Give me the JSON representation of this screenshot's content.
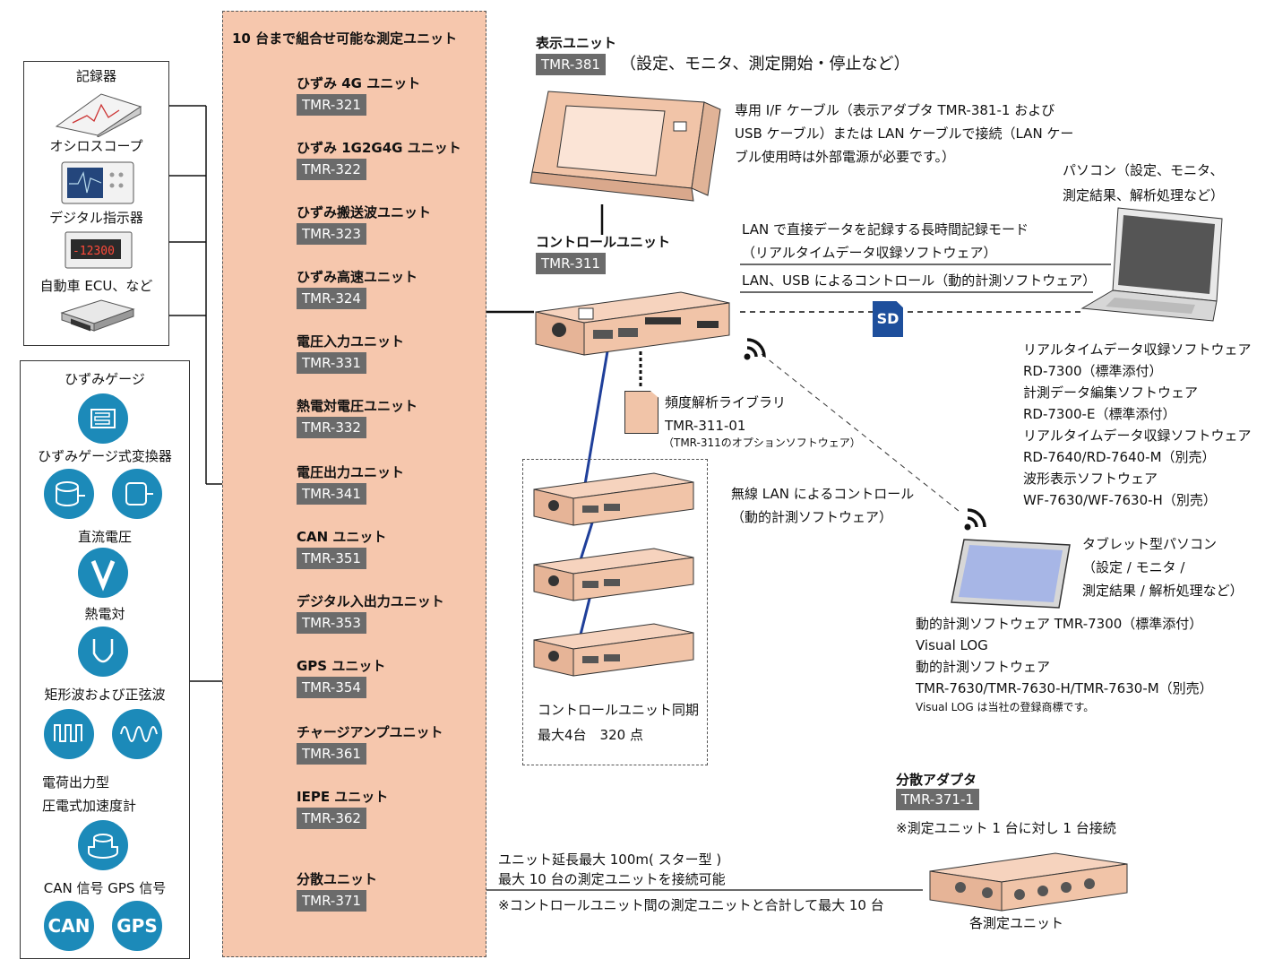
{
  "units_panel": {
    "title": "10 台まで組合せ可能な測定ユニット",
    "units": [
      {
        "name": "ひずみ 4G ユニット",
        "code": "TMR-321"
      },
      {
        "name": "ひずみ 1G2G4G ユニット",
        "code": "TMR-322"
      },
      {
        "name": "ひずみ搬送波ユニット",
        "code": "TMR-323"
      },
      {
        "name": "ひずみ高速ユニット",
        "code": "TMR-324"
      },
      {
        "name": "電圧入力ユニット",
        "code": "TMR-331"
      },
      {
        "name": "熱電対電圧ユニット",
        "code": "TMR-332"
      },
      {
        "name": "電圧出力ユニット",
        "code": "TMR-341"
      },
      {
        "name": "CAN ユニット",
        "code": "TMR-351"
      },
      {
        "name": "デジタル入出力ユニット",
        "code": "TMR-353"
      },
      {
        "name": "GPS ユニット",
        "code": "TMR-354"
      },
      {
        "name": "チャージアンプユニット",
        "code": "TMR-361"
      },
      {
        "name": "IEPE ユニット",
        "code": "TMR-362"
      },
      {
        "name": "分散ユニット",
        "code": "TMR-371"
      }
    ]
  },
  "recorders": {
    "items": [
      "記録器",
      "オシロスコープ",
      "デジタル指示器",
      "自動車 ECU、など"
    ],
    "display_value": "-12300"
  },
  "sensors": {
    "items": [
      "ひずみゲージ",
      "ひずみゲージ式変換器",
      "直流電圧",
      "熱電対",
      "矩形波および正弦波",
      "電荷出力型",
      "圧電式加速度計",
      "CAN 信号  GPS 信号"
    ],
    "can_badge": "CAN",
    "gps_badge": "GPS"
  },
  "display_unit": {
    "title": "表示ユニット",
    "code": "TMR-381",
    "note": "（設定、モニタ、測定開始・停止など）",
    "cable": [
      "専用 I/F ケーブル（表示アダプタ TMR-381-1 および",
      "USB ケーブル）または LAN ケーブルで接続（LAN ケー",
      "ブル使用時は外部電源が必要です。）"
    ]
  },
  "control_unit": {
    "title": "コントロールユニット",
    "code": "TMR-311",
    "lan_mode": [
      "LAN で直接データを記録する長時間記録モード",
      "（リアルタイムデータ収録ソフトウェア）"
    ],
    "lan_usb": "LAN、USB によるコントロール（動的計測ソフトウェア）",
    "sd_label": "SD"
  },
  "pc": {
    "label": [
      "パソコン（設定、モニタ、",
      "測定結果、解析処理など）"
    ],
    "software": [
      "リアルタイムデータ収録ソフトウェア",
      "RD-7300（標準添付）",
      "計測データ編集ソフトウェア",
      "RD-7300-E（標準添付）",
      "リアルタイムデータ収録ソフトウェア",
      "RD-7640/RD-7640-M（別売）",
      "波形表示ソフトウェア",
      "WF-7630/WF-7630-H（別売）"
    ]
  },
  "option": {
    "lines": [
      "頻度解析ライブラリ",
      "TMR-311-01"
    ],
    "note": "（TMR-311のオプションソフトウェア）"
  },
  "wireless": {
    "lines": [
      "無線 LAN によるコントロール",
      "（動的計測ソフトウェア）"
    ]
  },
  "tablet": {
    "label": [
      "タブレット型パソコン",
      "（設定 / モニタ /",
      "測定結果 / 解析処理など）"
    ],
    "software": [
      "動的計測ソフトウェア TMR-7300（標準添付）",
      "Visual LOG",
      "動的計測ソフトウェア",
      "TMR-7630/TMR-7630-H/TMR-7630-M（別売）"
    ],
    "trademark": "Visual LOG は当社の登録商標です。"
  },
  "sync": {
    "lines": [
      "コントロールユニット同期",
      "最大4台　320 点"
    ]
  },
  "distribution": {
    "title": "分散アダプタ",
    "code": "TMR-371-1",
    "note": "※測定ユニット 1 台に対し 1 台接続",
    "ext": [
      "ユニット延長最大 100m( スター型 )",
      "最大 10 台の測定ユニットを接続可能"
    ],
    "total": "※コントロールユニット間の測定ユニットと合計して最大 10 台",
    "caption": "各測定ユニット"
  },
  "colors": {
    "panel": "#f6c7ad",
    "device": "#f1c4a8",
    "accent_blue": "#1c8ab9",
    "code_bg": "#6b6b6b",
    "sd_blue": "#1e4f9c",
    "cable_blue": "#1f3f9a"
  }
}
